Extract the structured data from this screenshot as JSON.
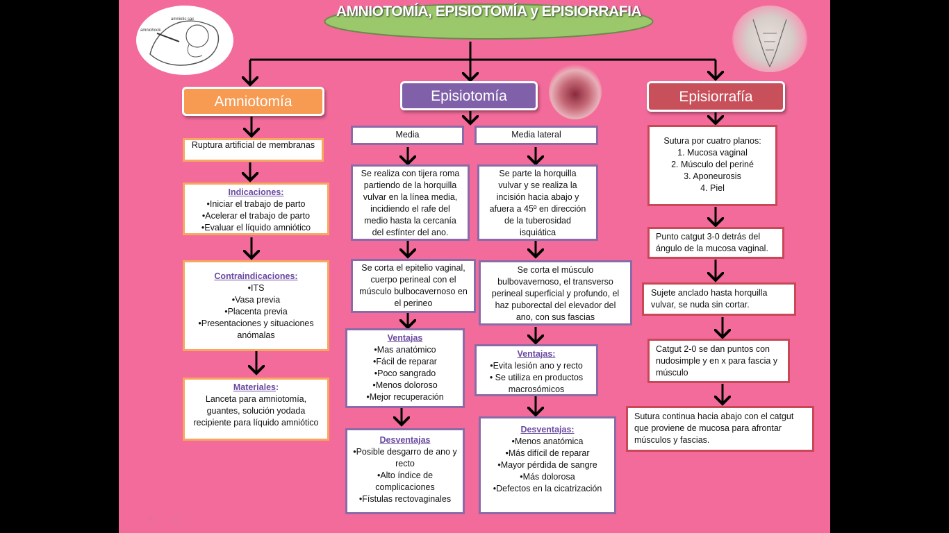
{
  "title": "AMNIOTOMÍA, EPISIOTOMÍA y EPISIORRAFIA",
  "headers": {
    "amniotomia": "Amniotomía",
    "episiotomia": "Episiotomía",
    "episiorrafia": "Episiorrafía"
  },
  "amniotomia": {
    "def": "Ruptura artificial de membranas",
    "indicaciones_title": "Indicaciones:",
    "indicaciones": [
      "•Iniciar el trabajo de parto",
      "•Acelerar el trabajo de parto",
      "•Evaluar el líquido amniótico"
    ],
    "contra_title": "Contraindicaciones:",
    "contra": [
      "•ITS",
      "•Vasa previa",
      "•Placenta previa",
      "•Presentaciones  y situaciones anómalas"
    ],
    "materiales_title": "Materiales",
    "materiales_colon": ":",
    "materiales": "Lanceta para amniotomía, guantes, solución yodada recipiente para líquido amniótico"
  },
  "media": {
    "label": "Media",
    "desc": "Se realiza con tijera roma partiendo de la horquilla vulvar en la línea media, incidiendo  el rafe del medio hasta la cercanía del esfínter del ano.",
    "corte": "Se corta el epitelio vaginal, cuerpo perineal con el músculo bulbocavernoso en el perineo",
    "ventajas_title": "Ventajas",
    "ventajas": [
      "•Mas anatómico",
      "•Fácil de reparar",
      "•Poco sangrado",
      "•Menos doloroso",
      "•Mejor recuperación"
    ],
    "desventajas_title": "Desventajas",
    "desventajas": [
      "•Posible desgarro de ano y recto",
      "•Alto índice de complicaciones",
      "•Fístulas rectovaginales"
    ]
  },
  "media_lateral": {
    "label": "Media lateral",
    "desc": "Se parte la horquilla vulvar y se realiza  la incisión hacia abajo y afuera a 45º en dirección de la tuberosidad isquiática",
    "corte": "Se corta el músculo bulbovavernoso,  el transverso perineal superficial y profundo,  el haz puborectal  del elevador del ano, con sus fascias",
    "ventajas_title": "Ventajas:",
    "ventajas": [
      "•Evita lesión ano y recto",
      "• Se utiliza en productos macrosómicos"
    ],
    "desventajas_title": "Desventajas:",
    "desventajas": [
      "•Menos anatómica",
      "•Más difícil de reparar",
      "•Mayor pérdida de sangre",
      "•Más dolorosa",
      "•Defectos en la cicatrización"
    ]
  },
  "episiorrafia": {
    "planos_title": "Sutura por cuatro planos:",
    "planos": [
      "1.      Mucosa vaginal",
      "2.      Músculo del periné",
      "3.      Aponeurosis",
      "4.      Piel"
    ],
    "step1": "Punto  catgut 3-0 detrás del ángulo de la mucosa vaginal.",
    "step2": "Sujete anclado hasta horquilla vulvar, se nuda sin cortar.",
    "step3": "Catgut 2-0 se dan puntos con nudosimple  y en x para fascia y  músculo",
    "step4": "Sutura continua  hacia abajo con el catgut que proviene de mucosa para afrontar músculos y fascias."
  },
  "image_labels": {
    "amniotic_sac": "amniotic sac",
    "amniohook": "amniohook"
  },
  "colors": {
    "background": "#f36b9a",
    "amniotomia": "#f79a52",
    "episiotomia": "#8060a8",
    "episiorrafia": "#c8505a",
    "title_ellipse": "#9ac86a"
  }
}
